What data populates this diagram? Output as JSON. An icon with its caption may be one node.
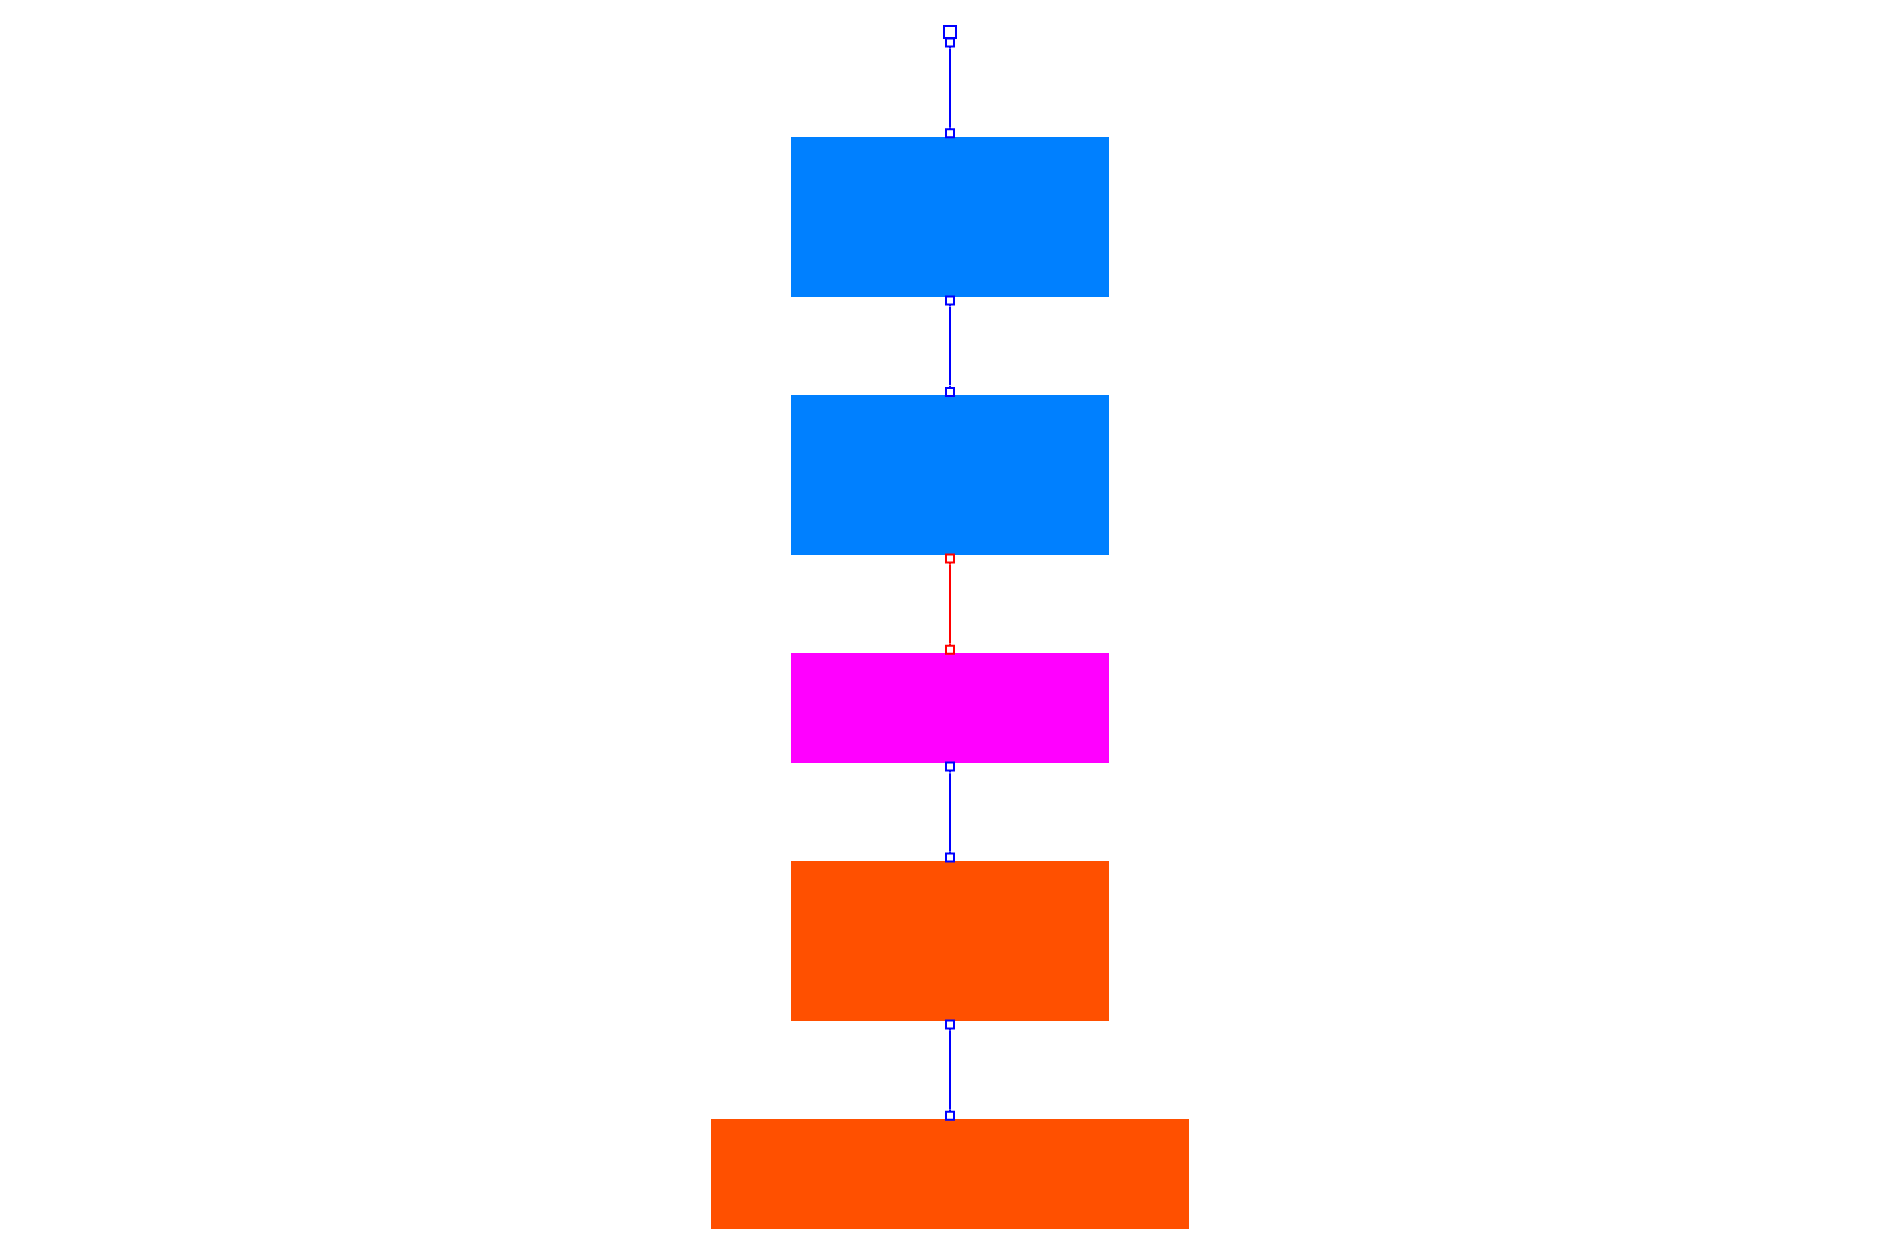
{
  "diagram": {
    "nodes": [
      {
        "text": [],
        "shape": "box"
      },
      {
        "text": [],
        "shape": "box"
      },
      {
        "text": [],
        "shape": "box"
      },
      {
        "text": [],
        "shape": "box"
      },
      {
        "text": [],
        "shape": "box"
      },
      {
        "text": [],
        "shape": "box"
      }
    ],
    "edges": [
      {
        "from": 0,
        "to": 1,
        "arrow": "other"
      },
      {
        "from": 1,
        "to": 2,
        "arrow": "other"
      },
      {
        "from": 2,
        "to": 3,
        "arrow": "other",
        "color": "#ff0000"
      },
      {
        "from": 3,
        "to": 4,
        "arrow": "other"
      },
      {
        "from": 4,
        "to": 5,
        "arrow": "other"
      }
    ]
  }
}
